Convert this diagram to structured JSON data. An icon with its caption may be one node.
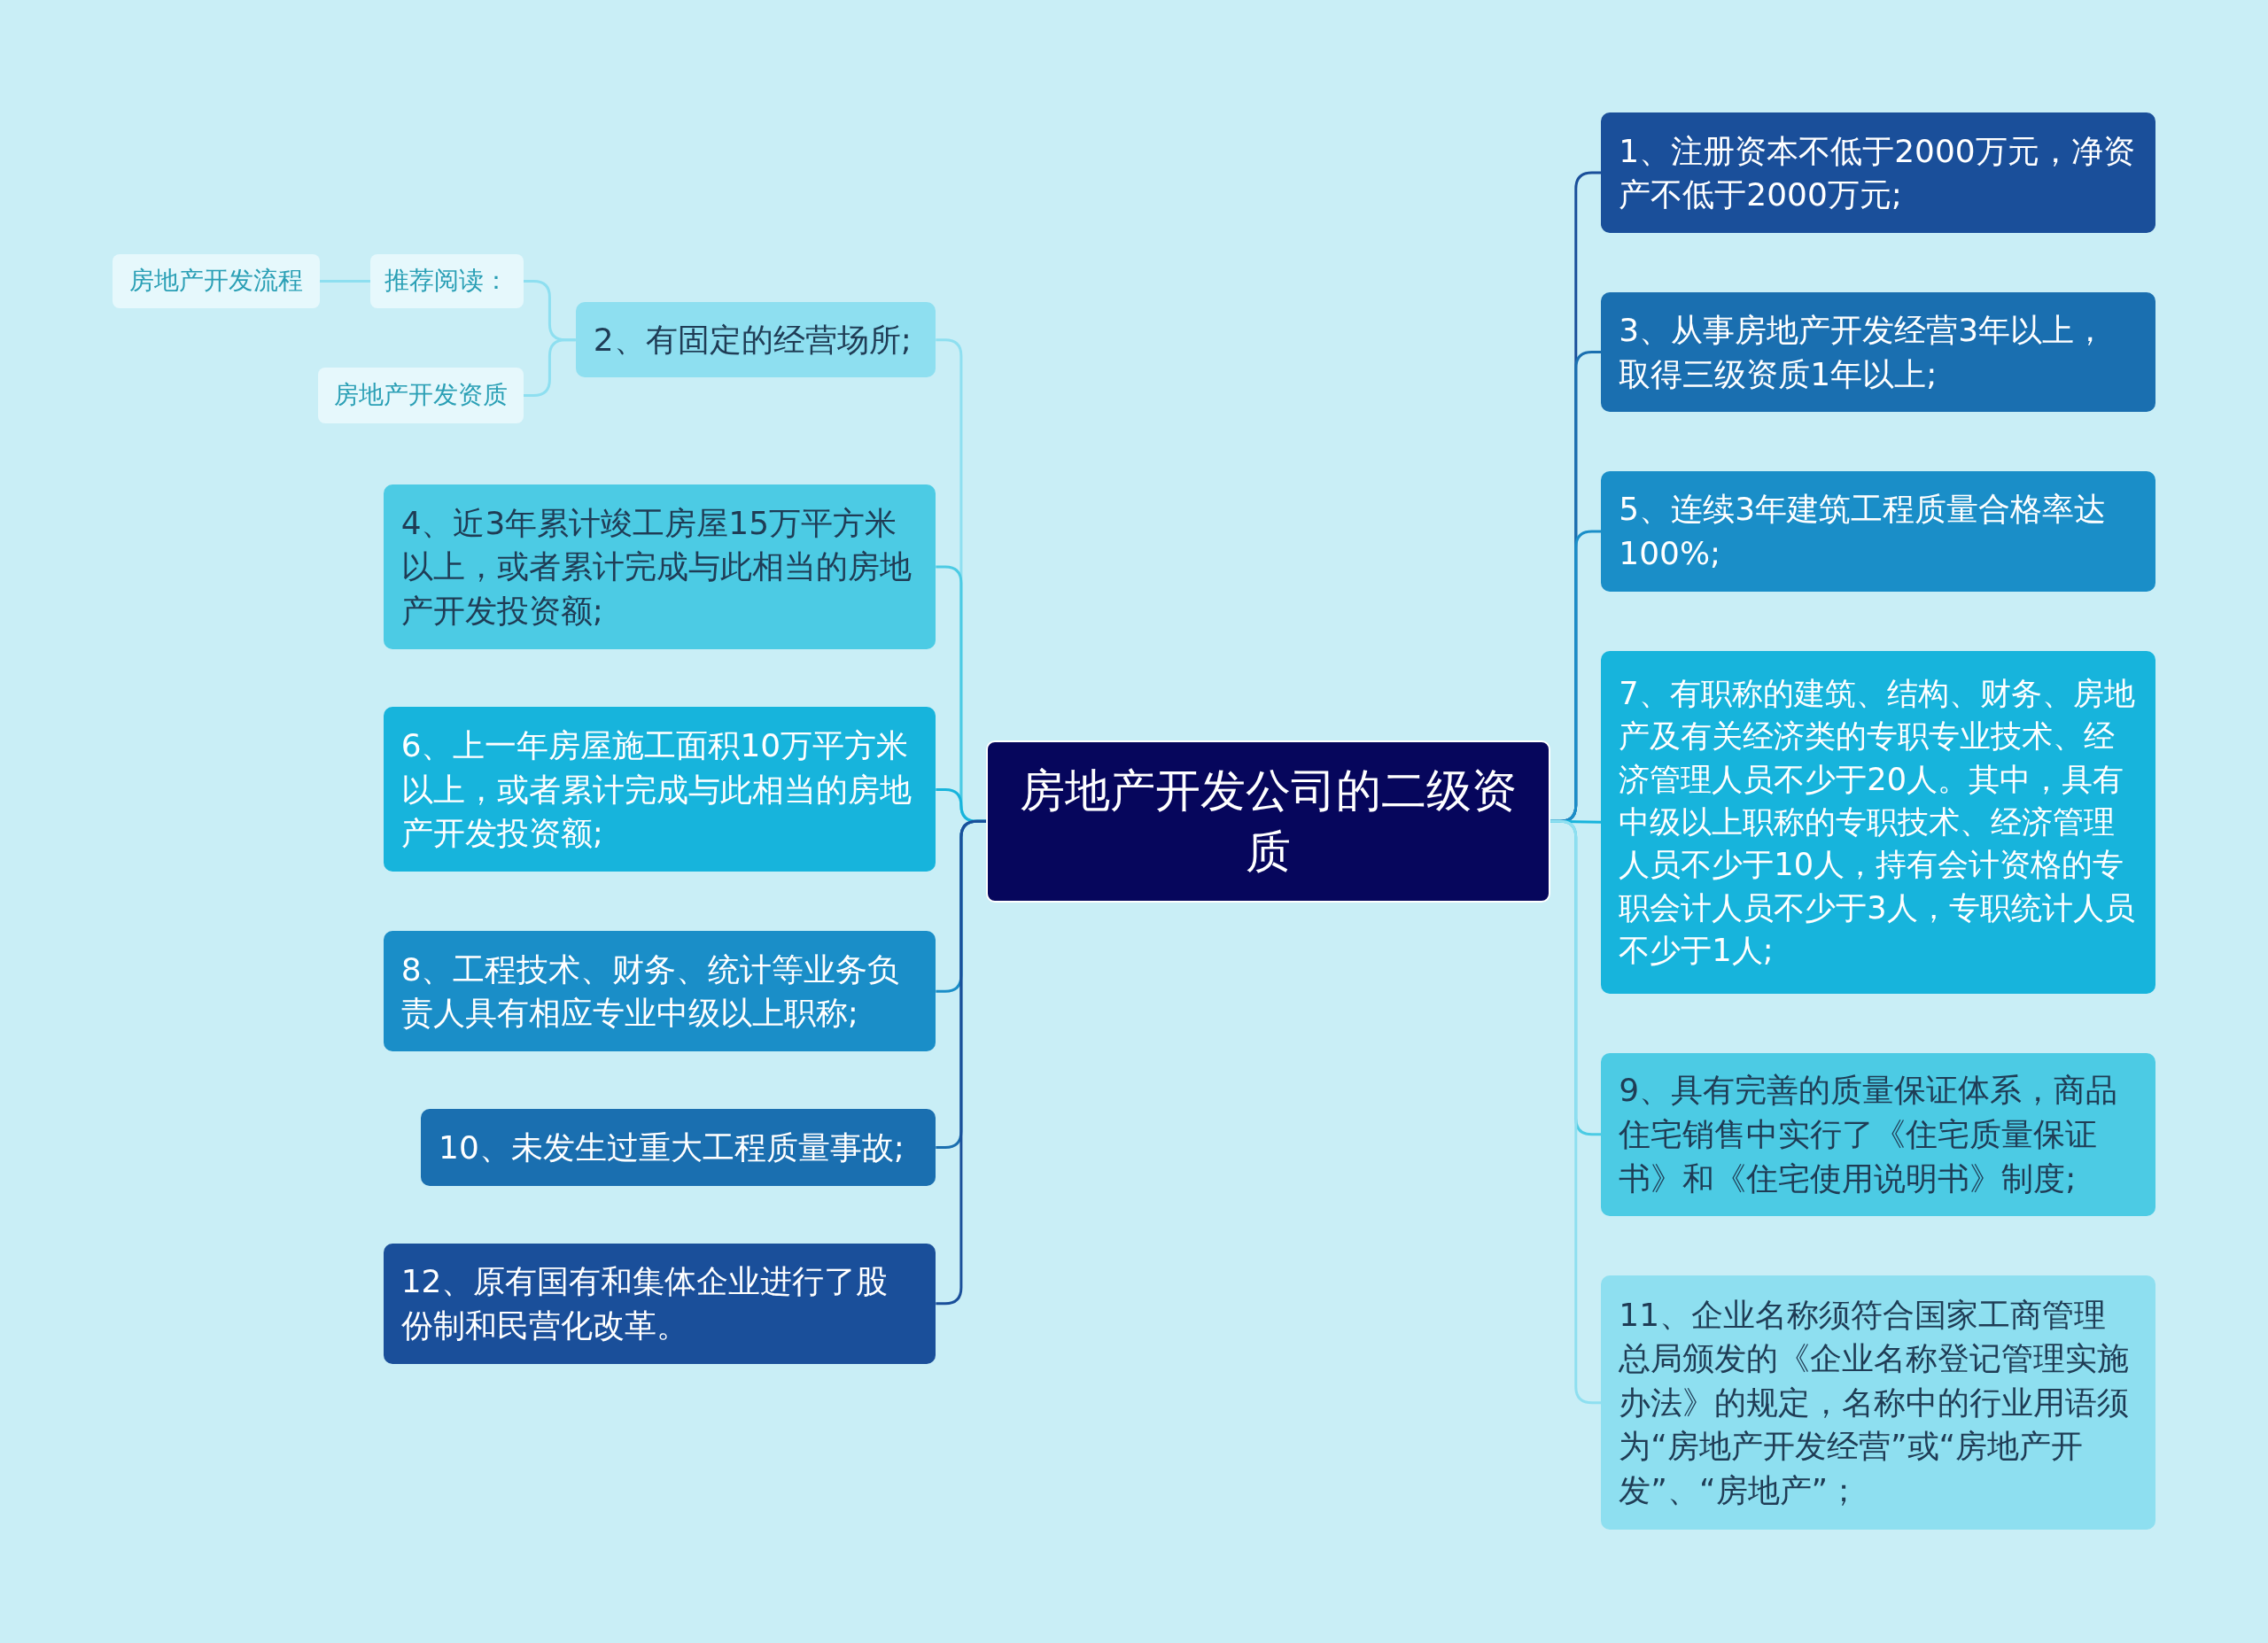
{
  "diagram": {
    "nodes": [
      {
        "text": [
          "房地产开发公司的二级资质"
        ]
      },
      {
        "text": [
          "1、注册资本不低于2000万元，净资产不低于2000万元;"
        ]
      },
      {
        "text": [
          "3、从事房地产开发经营3年以上，取得三级资质1年以上;"
        ]
      },
      {
        "text": [
          "5、连续3年建筑工程质量合格率达100%;"
        ]
      },
      {
        "text": [
          "7、有职称的建筑、结构、财务、房地产及有关经济类的专职专业技术、经济管理人员不少于20人。其中，具有中级以上职称的专职技术、经济管理人员不少于10人，持有会计资格的专职会计人员不少于3人，专职统计人员不少于1人;"
        ]
      },
      {
        "text": [
          "9、具有完善的质量保证体系，商品住宅销售中实行了《住宅质量保证书》和《住宅使用说明书》制度;"
        ]
      },
      {
        "text": [
          "11、企业名称须符合国家工商管理总局颁发的《企业名称登记管理实施办法》的规定，名称中的行业用语须为“房地产开发经营”或“房地产开发”、“房地产”；"
        ]
      },
      {
        "text": [
          "2、有固定的经营场所;"
        ]
      },
      {
        "text": [
          "4、近3年累计竣工房屋15万平方米以上，或者累计完成与此相当的房地产开发投资额;"
        ]
      },
      {
        "text": [
          "6、上一年房屋施工面积10万平方米以上，或者累计完成与此相当的房地产开发投资额;"
        ]
      },
      {
        "text": [
          "8、工程技术、财务、统计等业务负责人具有相应专业中级以上职称;"
        ]
      },
      {
        "text": [
          "10、未发生过重大工程质量事故;"
        ]
      },
      {
        "text": [
          "12、原有国有和集体企业进行了股份制和民营化改革。"
        ]
      },
      {
        "text": [
          "推荐阅读："
        ]
      },
      {
        "text": [
          "房地产开发流程"
        ]
      },
      {
        "text": [
          "房地产开发资质"
        ]
      }
    ],
    "edges": [
      {
        "from": 0,
        "to": 1,
        "arrow": "none",
        "color": "#1a4f9a"
      },
      {
        "from": 0,
        "to": 2,
        "arrow": "none",
        "color": "#1a6fb0"
      },
      {
        "from": 0,
        "to": 3,
        "arrow": "none",
        "color": "#1a8ec8"
      },
      {
        "from": 0,
        "to": 4,
        "arrow": "none",
        "color": "#17b4dc"
      },
      {
        "from": 0,
        "to": 5,
        "arrow": "none",
        "color": "#4ccbe4"
      },
      {
        "from": 0,
        "to": 6,
        "arrow": "none",
        "color": "#8edff0"
      },
      {
        "from": 0,
        "to": 7,
        "arrow": "none",
        "color": "#8edff0"
      },
      {
        "from": 0,
        "to": 8,
        "arrow": "none",
        "color": "#4ccbe4"
      },
      {
        "from": 0,
        "to": 9,
        "arrow": "none",
        "color": "#17b4dc"
      },
      {
        "from": 0,
        "to": 10,
        "arrow": "none",
        "color": "#1a8ec8"
      },
      {
        "from": 0,
        "to": 11,
        "arrow": "none",
        "color": "#1a6fb0"
      },
      {
        "from": 0,
        "to": 12,
        "arrow": "none",
        "color": "#1a4f9a"
      },
      {
        "from": 7,
        "to": 13,
        "arrow": "none",
        "color": "#8edff0"
      },
      {
        "from": 7,
        "to": 15,
        "arrow": "none",
        "color": "#8edff0"
      },
      {
        "from": 13,
        "to": 14,
        "arrow": "none",
        "color": "#8edff0"
      }
    ]
  }
}
